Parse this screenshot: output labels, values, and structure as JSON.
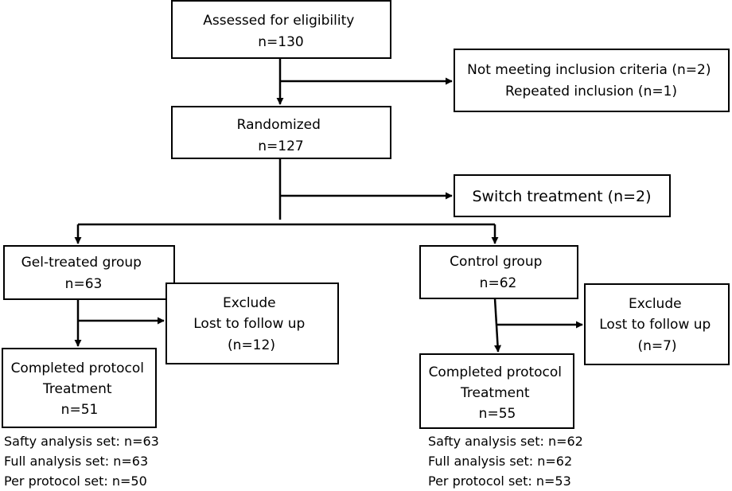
{
  "nodes": {
    "assessed": {
      "lines": [
        "Assessed for eligibility",
        "n=130"
      ]
    },
    "not_meeting": {
      "lines": [
        "Not meeting inclusion criteria (n=2)",
        "Repeated inclusion (n=1)"
      ]
    },
    "randomized": {
      "lines": [
        "Randomized",
        "n=127"
      ]
    },
    "switch": {
      "lines": [
        "Switch treatment (n=2)"
      ]
    },
    "gel_group": {
      "lines": [
        "Gel-treated group",
        "n=63"
      ]
    },
    "control_group": {
      "lines": [
        "Control group",
        "n=62"
      ]
    },
    "gel_exclude": {
      "lines": [
        "Exclude",
        "Lost to follow up",
        "(n=12)"
      ]
    },
    "control_exclude": {
      "lines": [
        "Exclude",
        "Lost to follow up",
        "(n=7)"
      ]
    },
    "gel_completed": {
      "lines": [
        "Completed protocol",
        "Treatment",
        "n=51"
      ]
    },
    "control_completed": {
      "lines": [
        "Completed protocol",
        "Treatment",
        "n=55"
      ]
    }
  },
  "gel_sets": [
    "Safty analysis set: n=63",
    "Full analysis set: n=63",
    "Per protocol set: n=50"
  ],
  "control_sets": [
    "Safty analysis set: n=62",
    "Full analysis set: n=62",
    "Per protocol set: n=53"
  ]
}
